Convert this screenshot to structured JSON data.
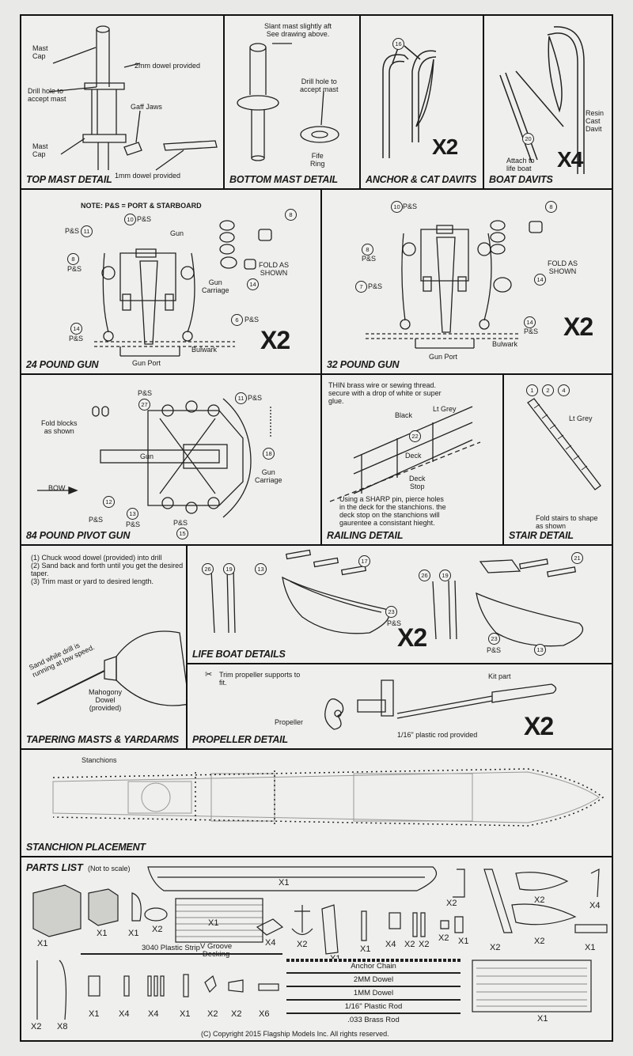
{
  "top_mast": {
    "title": "TOP MAST DETAIL",
    "mast_cap_top": "Mast\nCap",
    "dowel": "2mm dowel provided",
    "drill": "Drill hole to\naccept mast",
    "gaff": "Gaff Jaws",
    "mast_cap_bottom": "Mast\nCap",
    "dowel1": "1mm dowel provided"
  },
  "bottom_mast": {
    "title": "BOTTOM MAST DETAIL",
    "slant": "Slant mast slightly aft\nSee drawing above.",
    "drill": "Drill hole to\naccept mast",
    "fife": "Fife\nRing"
  },
  "anchor_davits": {
    "title": "ANCHOR & CAT DAVITS",
    "part": "16",
    "mult": "X2"
  },
  "boat_davits": {
    "title": "BOAT DAVITS",
    "mult": "X4",
    "part": "20",
    "resin": "Resin\nCast\nDavit",
    "attach": "Attach to\nlife boat"
  },
  "gun24": {
    "title": "24 POUND GUN",
    "note": "NOTE:  P&S = PORT & STARBOARD",
    "gun": "Gun",
    "carriage": "Gun\nCarriage",
    "bulwark": "Bulwark",
    "port": "Gun Port",
    "ps": "P&S",
    "fold": "FOLD AS\nSHOWN",
    "mult": "X2",
    "p10": "10",
    "p11": "11",
    "p8a": "8",
    "p14a": "14",
    "p6": "6",
    "p8b": "8",
    "p14b": "14"
  },
  "gun32": {
    "title": "32 POUND GUN",
    "bulwark": "Bulwark",
    "port": "Gun Port",
    "ps": "P&S",
    "fold": "FOLD AS\nSHOWN",
    "mult": "X2",
    "p10": "10",
    "p8a": "8",
    "p7": "7",
    "p14a": "14",
    "p8b": "8",
    "p14b": "14"
  },
  "gun84": {
    "title": "84  POUND PIVOT GUN",
    "fold": "Fold blocks\nas shown",
    "bow": "BOW",
    "gun": "Gun",
    "carriage": "Gun\nCarriage",
    "ps": "P&S",
    "p27": "27",
    "p11": "11",
    "p18": "18",
    "p12": "12",
    "p13": "13",
    "p15": "15"
  },
  "railing": {
    "title": "RAILING DETAIL",
    "thin": "THIN brass wire or sewing thread.\nsecure with a drop of white or super\nglue.",
    "black": "Black",
    "ltgrey": "Lt Grey",
    "deck": "Deck",
    "deck_stop": "Deck\nStop",
    "p22": "22",
    "using": "Using a SHARP pin, pierce holes\nin the deck for the stanchions.  the\ndeck stop on the stanchions will\ngaurentee a consistant hieght."
  },
  "stair": {
    "title": "STAIR DETAIL",
    "p1": "1",
    "p2": "2",
    "p4": "4",
    "ltgrey": "Lt Grey",
    "fold": "Fold stairs to shape\nas shown"
  },
  "taper": {
    "title": "TAPERING MASTS & YARDARMS",
    "steps": "(1) Chuck wood dowel (provided) into drill\n(2) Sand back and forth until you get the desired\ntaper.\n(3) Trim mast or yard to desired length.",
    "sand": "Sand while drill is\nrunning at low speed.",
    "dowel": "Mahogony\nDowel\n(provided)"
  },
  "lifeboat": {
    "title": "LIFE BOAT DETAILS",
    "mult": "X2",
    "ps": "P&S",
    "p26a": "26",
    "p19a": "19",
    "p13a": "13",
    "p17": "17",
    "p23a": "23",
    "p26b": "26",
    "p19b": "19",
    "p21": "21",
    "p23b": "23",
    "p13b": "13"
  },
  "propeller": {
    "title": "PROPELLER DETAIL",
    "trim": "Trim propeller supports to\nfit.",
    "kit": "Kit part",
    "prop": "Propeller",
    "rod": "1/16\" plastic rod provided",
    "mult": "X2"
  },
  "stanchion": {
    "title": "STANCHION PLACEMENT",
    "label": "Stanchions"
  },
  "parts": {
    "title": "PARTS LIST",
    "sub": "(Not to scale)",
    "hull": "X1",
    "q_row1": [
      "X1",
      "X1",
      "X1",
      "X2"
    ],
    "decking": "V Groove\nDecking",
    "decking_qty": "X1",
    "q_row2": [
      "X4",
      "X2",
      "X1",
      "X1",
      "X4",
      "X2",
      "X2",
      "X2",
      "X1"
    ],
    "q_davit": "X2",
    "q_stair": "X2",
    "q_boat1": "X2",
    "q_boat2": "X2",
    "q_small": "X4",
    "q_etch_small": "X1",
    "strip": "3040 Plastic Strip",
    "q_bottom": [
      "X2",
      "X8",
      "X1",
      "X4",
      "X4",
      "X1",
      "X2",
      "X2",
      "X6"
    ],
    "bars": [
      "Anchor Chain",
      "2MM Dowel",
      "1MM Dowel",
      "1/16\" Plastic Rod",
      ".033 Brass Rod"
    ],
    "etch_qty": "X1",
    "copyright": "(C) Copyright 2015 Flagship Models Inc.  All rights reserved."
  }
}
